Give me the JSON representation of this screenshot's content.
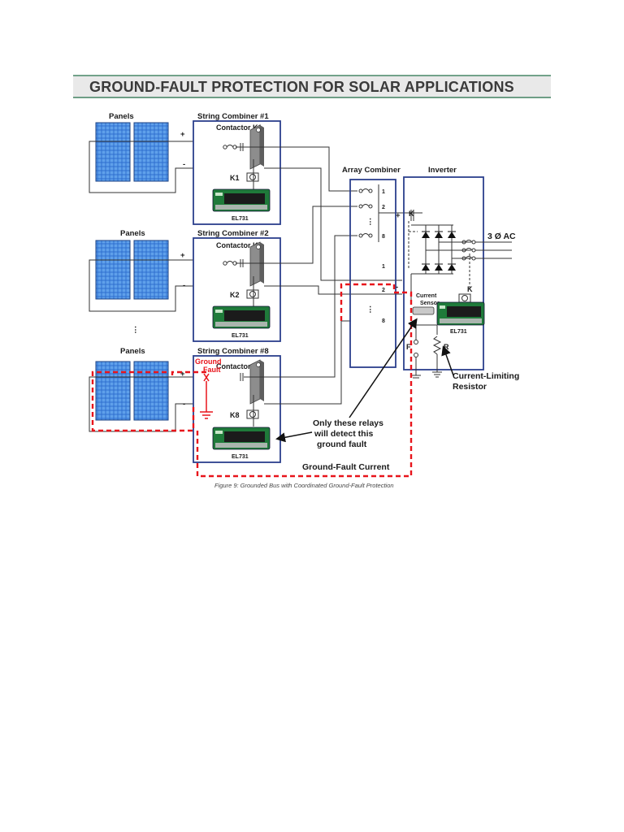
{
  "title": "GROUND-FAULT PROTECTION FOR SOLAR APPLICATIONS",
  "labels": {
    "panels": "Panels",
    "string_combiner_1": "String Combiner #1",
    "string_combiner_2": "String Combiner #2",
    "string_combiner_8": "String Combiner #8",
    "contactor_k1": "Contactor K1",
    "contactor_k2": "Contactor K2",
    "contactor_k8": "Contactor K8",
    "k1": "K1",
    "k2": "K2",
    "k8": "K8",
    "el731": "EL731",
    "plus": "+",
    "minus": "-",
    "array_combiner": "Array Combiner",
    "inverter": "Inverter",
    "k": "K",
    "three_phase_ac": "3 Ø AC",
    "current": "Current",
    "sensor": "Sensor",
    "f": "F",
    "r": "R",
    "current_limiting": "Current-Limiting",
    "resistor": "Resistor",
    "ground": "Ground",
    "fault": "Fault",
    "ground_fault_current": "Ground-Fault Current",
    "only_these_1": "Only these relays",
    "only_these_2": "will detect this",
    "only_these_3": "ground fault",
    "vdots": "⋮",
    "n1": "1",
    "n2": "2",
    "n8": "8"
  },
  "caption": "Figure 9: Grounded Bus with Coordinated Ground-Fault Protection",
  "colors": {
    "frame_blue": "#2b3f8c",
    "fault_red": "#e8141b",
    "panel_blue": "#3a78d6",
    "relay_green": "#1f7a3a",
    "wire": "#333333"
  }
}
